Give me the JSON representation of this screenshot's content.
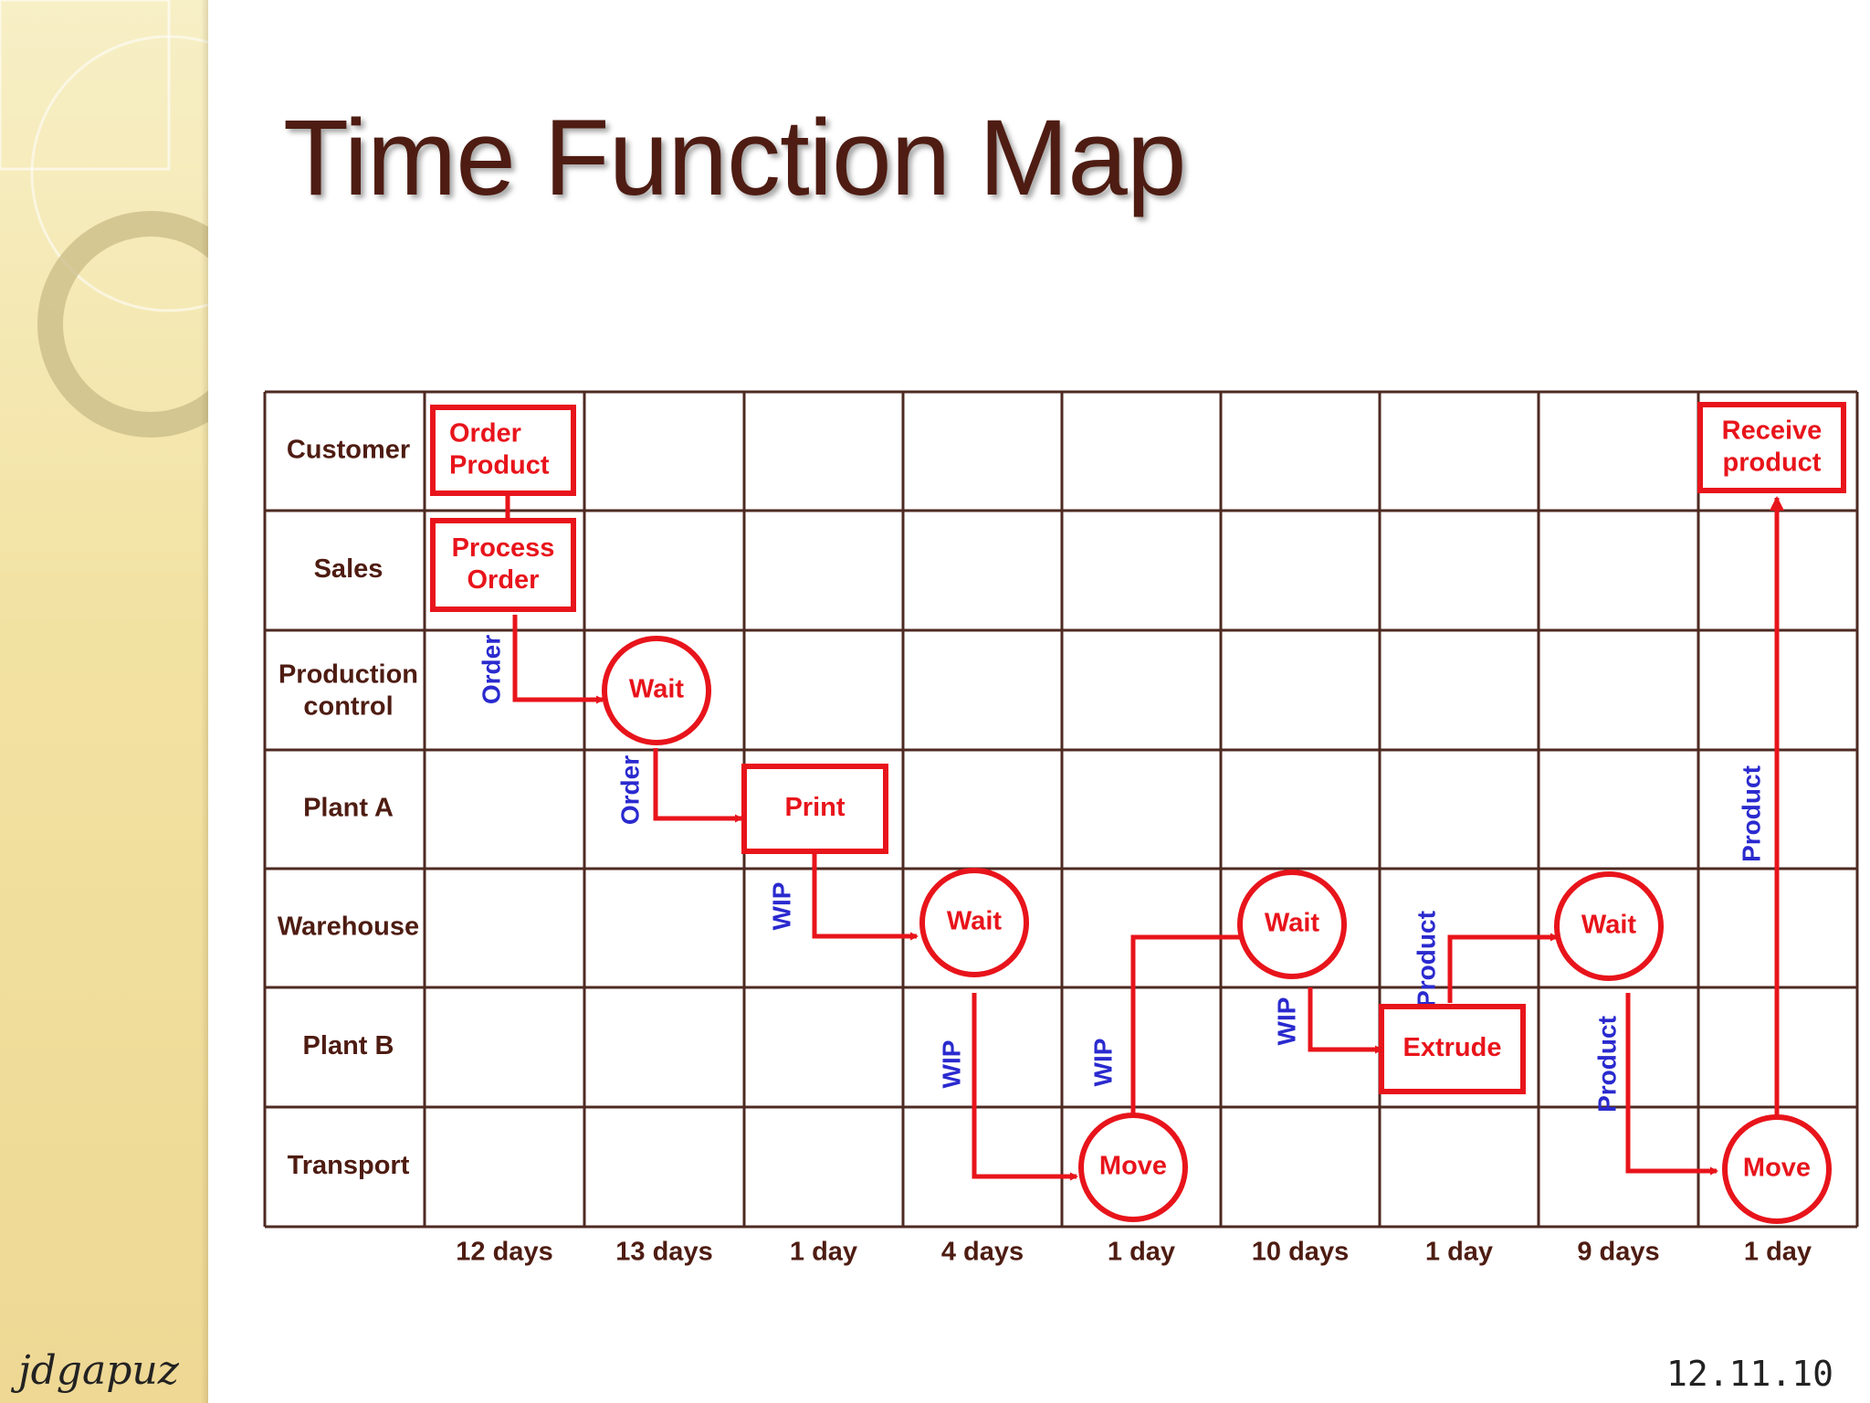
{
  "slide": {
    "title": "Time Function Map",
    "signature": "jdgapuz",
    "date": "12.11.10"
  },
  "colors": {
    "grid": "#4e2a22",
    "flow": "#e8141b",
    "flow_label": "#2a2acf",
    "row_label": "#4e1c12",
    "title": "#4e1c12"
  },
  "diagram": {
    "rows": [
      "Customer",
      "Sales",
      "Production control",
      "Plant A",
      "Warehouse",
      "Plant B",
      "Transport"
    ],
    "durations": [
      "12 days",
      "13 days",
      "1 day",
      "4 days",
      "1 day",
      "10 days",
      "1 day",
      "9 days",
      "1 day"
    ],
    "nodes": [
      {
        "id": "order-product",
        "shape": "box",
        "label": "Order Product"
      },
      {
        "id": "process-order",
        "shape": "box",
        "label": "Process Order"
      },
      {
        "id": "wait-1",
        "shape": "circle",
        "label": "Wait"
      },
      {
        "id": "print",
        "shape": "box",
        "label": "Print"
      },
      {
        "id": "wait-2",
        "shape": "circle",
        "label": "Wait"
      },
      {
        "id": "move-1",
        "shape": "circle",
        "label": "Move"
      },
      {
        "id": "wait-3",
        "shape": "circle",
        "label": "Wait"
      },
      {
        "id": "extrude",
        "shape": "box",
        "label": "Extrude"
      },
      {
        "id": "wait-4",
        "shape": "circle",
        "label": "Wait"
      },
      {
        "id": "move-2",
        "shape": "circle",
        "label": "Move"
      },
      {
        "id": "receive-product",
        "shape": "box",
        "label": "Receive product"
      }
    ],
    "flow_labels": [
      "Order",
      "Order",
      "WIP",
      "WIP",
      "WIP",
      "WIP",
      "Product",
      "Product",
      "Product"
    ]
  }
}
